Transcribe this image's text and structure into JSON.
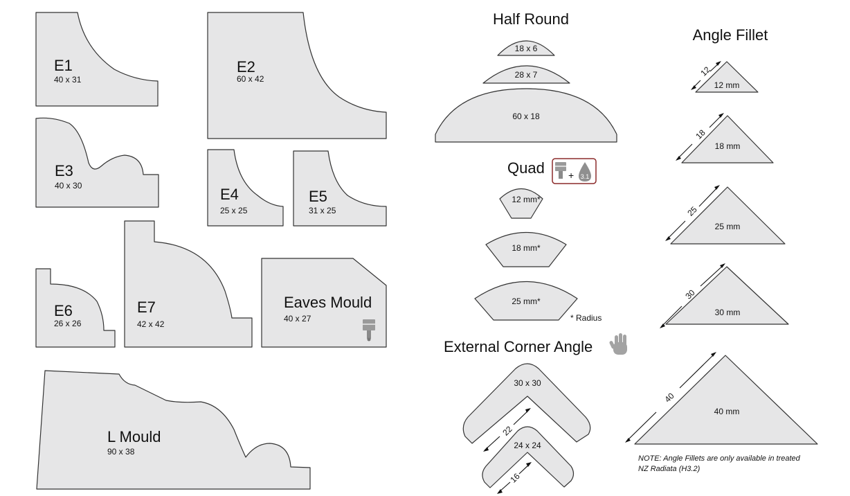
{
  "profiles": {
    "e1": {
      "name": "E1",
      "size": "40 x 31"
    },
    "e2": {
      "name": "E2",
      "size": "60 x 42"
    },
    "e3": {
      "name": "E3",
      "size": "40 x 30"
    },
    "e4": {
      "name": "E4",
      "size": "25 x 25"
    },
    "e5": {
      "name": "E5",
      "size": "31 x 25"
    },
    "e6": {
      "name": "E6",
      "size": "26 x 26"
    },
    "e7": {
      "name": "E7",
      "size": "42 x 42"
    },
    "eaves": {
      "name": "Eaves Mould",
      "size": "40 x 27"
    },
    "lmould": {
      "name": "L Mould",
      "size": "90 x 38"
    }
  },
  "half_round": {
    "title": "Half Round",
    "items": [
      "18 x 6",
      "28 x 7",
      "60 x 18"
    ]
  },
  "quad": {
    "title": "Quad",
    "badge_number": "3.1",
    "items": [
      "12 mm*",
      "18 mm*",
      "25 mm*"
    ],
    "footnote": "* Radius"
  },
  "external_corner": {
    "title": "External Corner Angle",
    "items": [
      "30 x 30",
      "24 x 24"
    ],
    "dims": [
      "22",
      "16"
    ]
  },
  "angle_fillet": {
    "title": "Angle Fillet",
    "items": [
      "12 mm",
      "18 mm",
      "25 mm",
      "30 mm",
      "40 mm"
    ],
    "dims": [
      "12",
      "18",
      "25",
      "30",
      "40"
    ],
    "note_line1": "NOTE: Angle Fillets are only available in treated",
    "note_line2": "NZ Radiata (H3.2)"
  },
  "icons": [
    "paintbrush-icon",
    "water-drop-icon",
    "hand-icon"
  ]
}
